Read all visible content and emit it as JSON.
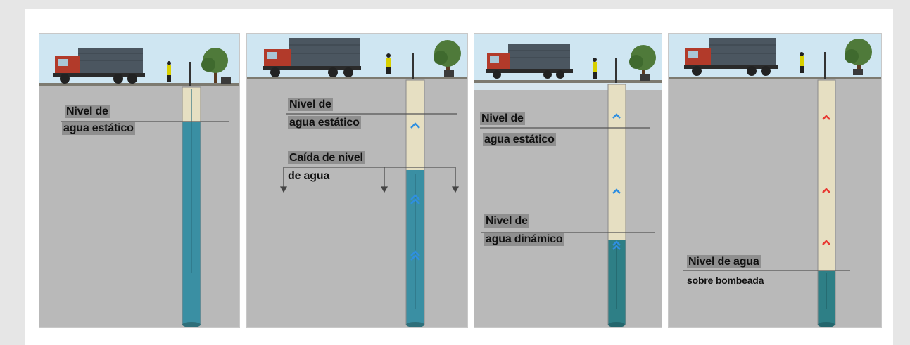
{
  "panels": [
    {
      "label_1": "Nivel de",
      "label_2": "agua estático"
    },
    {
      "label_1": "Nivel de",
      "label_2": "agua estático",
      "drop_1": "Caída de nivel",
      "drop_2": "de agua"
    },
    {
      "label_1": "Nivel de",
      "label_2": "agua estático",
      "dyn_1": "Nivel de",
      "dyn_2": "agua dinámico"
    },
    {
      "label_1": "Nivel de agua",
      "label_2": "sobre  bombeada"
    }
  ],
  "colors": {
    "ground": "#b9b9b9",
    "sky": "#cfe6f2",
    "casing": "#e6dfc2",
    "water": "#3a8fa3",
    "water_deep": "#2e7f86",
    "arrow_blue": "#2f8fe0",
    "arrow_red": "#e83a32",
    "truck_cab": "#b23a2a",
    "truck_box": "#4b5660",
    "tree": "#4f7a3a"
  },
  "icons": [
    "truck-icon",
    "worker-icon",
    "tree-icon",
    "drill-mast-icon",
    "generator-icon",
    "up-arrow-icon"
  ]
}
